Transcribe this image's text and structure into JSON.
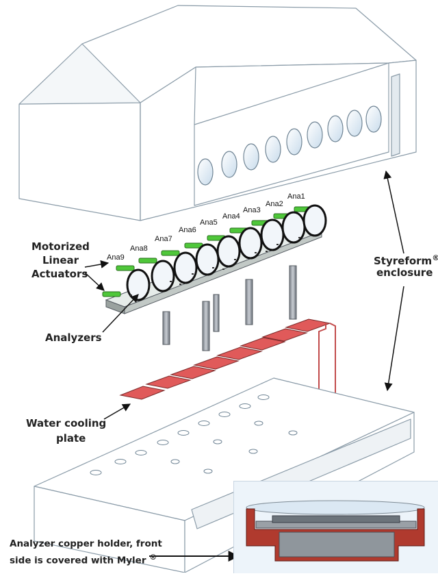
{
  "labels": {
    "actuators": [
      "Motorized",
      "Linear",
      "Actuators"
    ],
    "analyzers": "Analyzers",
    "cooling": [
      "Water cooling",
      "plate"
    ],
    "enclosure": [
      "Styreform",
      "enclosure"
    ],
    "registered_mark": "®",
    "holder": [
      "Analyzer copper holder, front",
      "side is covered with Myler"
    ]
  },
  "analyzer_names": [
    "Ana9",
    "Ana8",
    "Ana7",
    "Ana6",
    "Ana5",
    "Ana4",
    "Ana3",
    "Ana2",
    "Ana1"
  ],
  "colors": {
    "enclosure_fill": "#ffffff",
    "enclosure_edge": "#8a9ba8",
    "window_fill": "#eaf3fb",
    "cooling_tile": "#e05a5a",
    "copper": "#b03a2e",
    "actuator": "#4fc73a",
    "inset_bg": "#edf4fa",
    "plate": "#e6ece9"
  }
}
